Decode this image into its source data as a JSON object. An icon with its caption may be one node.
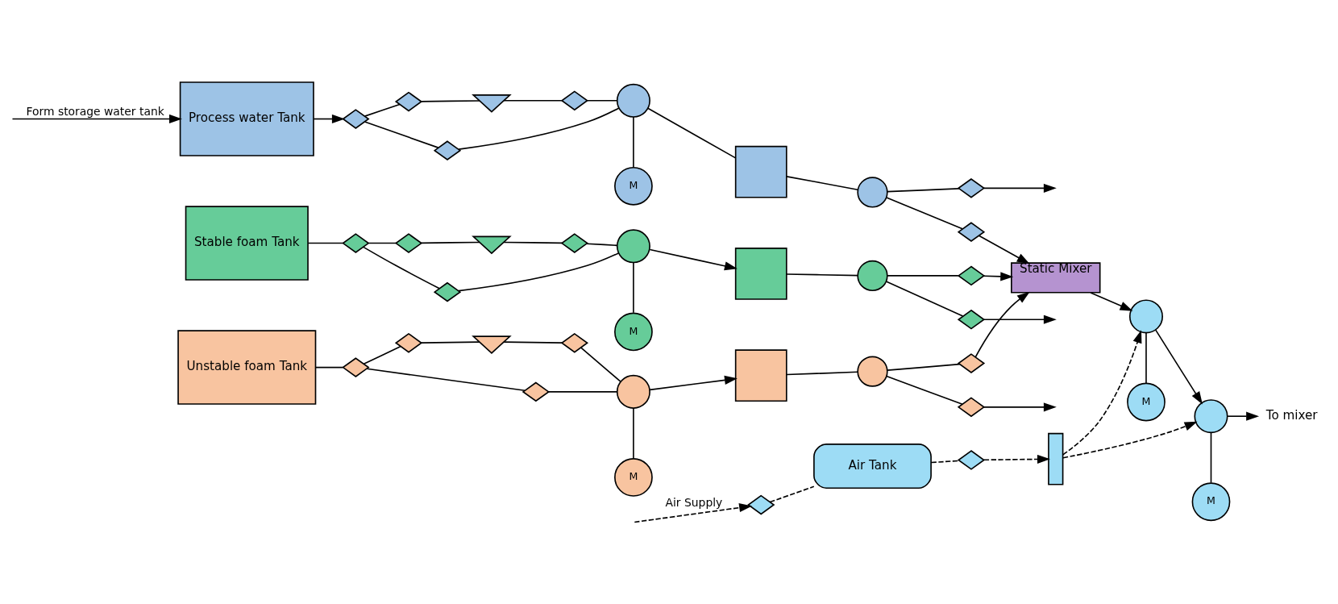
{
  "diagram": {
    "nodes": [
      {
        "text": [
          "Process water Tank"
        ]
      },
      {
        "text": [],
        "shape": "valve"
      },
      {
        "text": [],
        "shape": "valve"
      },
      {
        "text": [],
        "shape": "strainer"
      },
      {
        "text": [],
        "shape": "valve"
      },
      {
        "text": [],
        "shape": "valve"
      },
      {
        "text": [],
        "shape": "pump"
      },
      {
        "text": [
          "M"
        ]
      },
      {
        "text": [],
        "shape": "box"
      },
      {
        "text": [],
        "shape": "circle"
      },
      {
        "text": [],
        "shape": "valve"
      },
      {
        "text": [],
        "shape": "valve"
      },
      {
        "text": [
          "Stable foam Tank"
        ]
      },
      {
        "text": [],
        "shape": "valve"
      },
      {
        "text": [],
        "shape": "valve"
      },
      {
        "text": [],
        "shape": "strainer"
      },
      {
        "text": [],
        "shape": "valve"
      },
      {
        "text": [],
        "shape": "valve"
      },
      {
        "text": [],
        "shape": "pump"
      },
      {
        "text": [
          "M"
        ]
      },
      {
        "text": [],
        "shape": "box"
      },
      {
        "text": [],
        "shape": "circle"
      },
      {
        "text": [],
        "shape": "valve"
      },
      {
        "text": [],
        "shape": "valve"
      },
      {
        "text": [
          "Unstable foam Tank"
        ]
      },
      {
        "text": [],
        "shape": "valve"
      },
      {
        "text": [],
        "shape": "valve"
      },
      {
        "text": [],
        "shape": "strainer"
      },
      {
        "text": [],
        "shape": "valve"
      },
      {
        "text": [],
        "shape": "valve"
      },
      {
        "text": [],
        "shape": "pump"
      },
      {
        "text": [
          "M"
        ]
      },
      {
        "text": [],
        "shape": "box"
      },
      {
        "text": [],
        "shape": "circle"
      },
      {
        "text": [],
        "shape": "valve"
      },
      {
        "text": [],
        "shape": "valve"
      },
      {
        "text": [
          "Static Mixer"
        ]
      },
      {
        "text": [
          "To mixer"
        ]
      },
      {
        "text": [],
        "shape": "pump"
      },
      {
        "text": [
          "M"
        ]
      },
      {
        "text": [],
        "shape": "pump"
      },
      {
        "text": [
          "M"
        ]
      },
      {
        "text": [],
        "shape": "valve"
      },
      {
        "text": [
          "Air Tank"
        ]
      },
      {
        "text": [],
        "shape": "valve"
      },
      {
        "text": [],
        "shape": "bar"
      }
    ],
    "edges": [
      {
        "from": null,
        "to": 0,
        "arrow": "to",
        "label": "Form storage water tank"
      },
      {
        "from": 0,
        "to": 1,
        "arrow": "to"
      },
      {
        "from": 1,
        "to": 2,
        "arrow": "none"
      },
      {
        "from": 2,
        "to": 3,
        "arrow": "none"
      },
      {
        "from": 3,
        "to": 4,
        "arrow": "none"
      },
      {
        "from": 1,
        "to": 5,
        "arrow": "none"
      },
      {
        "from": 4,
        "to": 6,
        "arrow": "none"
      },
      {
        "from": 5,
        "to": 6,
        "arrow": "none"
      },
      {
        "from": 6,
        "to": 7,
        "arrow": "none"
      },
      {
        "from": 6,
        "to": 8,
        "arrow": "none"
      },
      {
        "from": 8,
        "to": 9,
        "arrow": "none"
      },
      {
        "from": 9,
        "to": 10,
        "arrow": "none"
      },
      {
        "from": 10,
        "to": null,
        "arrow": "to"
      },
      {
        "from": 9,
        "to": 11,
        "arrow": "none"
      },
      {
        "from": 11,
        "to": 36,
        "arrow": "to"
      },
      {
        "from": 12,
        "to": 13,
        "arrow": "none"
      },
      {
        "from": 13,
        "to": 14,
        "arrow": "none"
      },
      {
        "from": 14,
        "to": 15,
        "arrow": "none"
      },
      {
        "from": 15,
        "to": 16,
        "arrow": "none"
      },
      {
        "from": 13,
        "to": 17,
        "arrow": "none"
      },
      {
        "from": 16,
        "to": 18,
        "arrow": "none"
      },
      {
        "from": 17,
        "to": 18,
        "arrow": "none"
      },
      {
        "from": 18,
        "to": 19,
        "arrow": "none"
      },
      {
        "from": 18,
        "to": 20,
        "arrow": "to"
      },
      {
        "from": 20,
        "to": 21,
        "arrow": "none"
      },
      {
        "from": 21,
        "to": 22,
        "arrow": "none"
      },
      {
        "from": 22,
        "to": null,
        "arrow": "to"
      },
      {
        "from": 21,
        "to": 23,
        "arrow": "none"
      },
      {
        "from": 23,
        "to": 36,
        "arrow": "to"
      },
      {
        "from": 24,
        "to": 25,
        "arrow": "none"
      },
      {
        "from": 25,
        "to": 26,
        "arrow": "none"
      },
      {
        "from": 26,
        "to": 27,
        "arrow": "none"
      },
      {
        "from": 27,
        "to": 28,
        "arrow": "none"
      },
      {
        "from": 25,
        "to": 29,
        "arrow": "none"
      },
      {
        "from": 28,
        "to": 30,
        "arrow": "none"
      },
      {
        "from": 29,
        "to": 30,
        "arrow": "none"
      },
      {
        "from": 30,
        "to": 31,
        "arrow": "none"
      },
      {
        "from": 30,
        "to": 32,
        "arrow": "to"
      },
      {
        "from": 32,
        "to": 33,
        "arrow": "none"
      },
      {
        "from": 33,
        "to": 34,
        "arrow": "none"
      },
      {
        "from": 34,
        "to": null,
        "arrow": "to"
      },
      {
        "from": 33,
        "to": 35,
        "arrow": "none"
      },
      {
        "from": 35,
        "to": 36,
        "arrow": "to"
      },
      {
        "from": 36,
        "to": 40,
        "arrow": "to"
      },
      {
        "from": 40,
        "to": 38,
        "arrow": "to"
      },
      {
        "from": 38,
        "to": 37,
        "arrow": "to"
      },
      {
        "from": 38,
        "to": 39,
        "arrow": "none"
      },
      {
        "from": 40,
        "to": 41,
        "arrow": "none"
      },
      {
        "from": null,
        "to": 42,
        "arrow": "to",
        "label": "Air Supply",
        "style": "dashed"
      },
      {
        "from": 42,
        "to": 43,
        "arrow": "none",
        "style": "dashed"
      },
      {
        "from": 43,
        "to": 44,
        "arrow": "none",
        "style": "dashed"
      },
      {
        "from": 44,
        "to": 45,
        "arrow": "to",
        "style": "dashed"
      },
      {
        "from": 45,
        "to": 38,
        "arrow": "to",
        "style": "dashed"
      },
      {
        "from": 45,
        "to": 40,
        "arrow": "to",
        "style": "dashed"
      }
    ]
  }
}
